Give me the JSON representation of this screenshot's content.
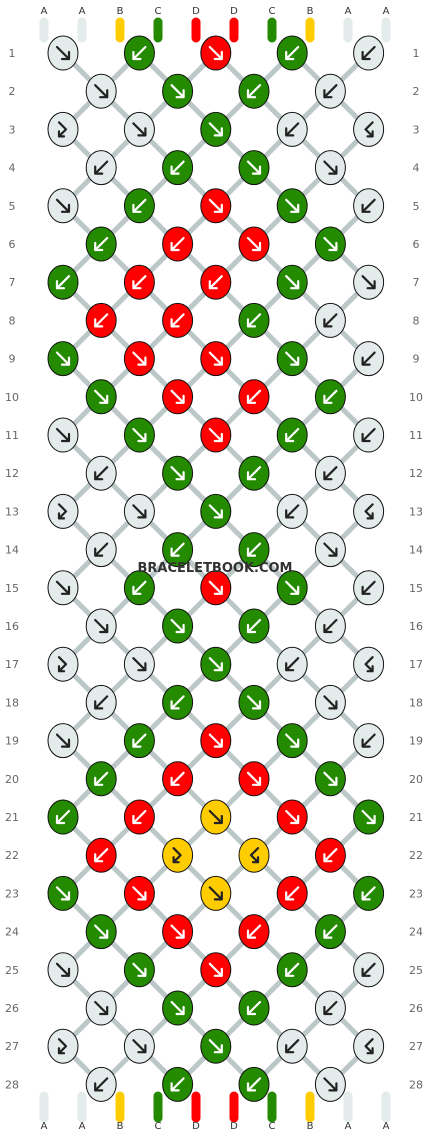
{
  "strand_letters": [
    "A",
    "A",
    "B",
    "C",
    "D",
    "D",
    "C",
    "B",
    "A",
    "A"
  ],
  "strand_colors": [
    "#e3ebeb",
    "#e3ebeb",
    "#ffcc00",
    "#248a00",
    "#ff0000",
    "#ff0000",
    "#248a00",
    "#ffcc00",
    "#e3ebeb",
    "#e3ebeb"
  ],
  "strand_colors_bottom": [
    "#e3ebeb",
    "#e3ebeb",
    "#ffcc00",
    "#248a00",
    "#ff0000",
    "#ff0000",
    "#248a00",
    "#ffcc00",
    "#e3ebeb",
    "#e3ebeb"
  ],
  "bottom_letters": [
    "A",
    "A",
    "B",
    "C",
    "D",
    "D",
    "C",
    "B",
    "A",
    "A"
  ],
  "row_labels": [
    "1",
    "2",
    "3",
    "4",
    "5",
    "6",
    "7",
    "8",
    "9",
    "10",
    "11",
    "12",
    "13",
    "14",
    "15",
    "16",
    "17",
    "18",
    "19",
    "20",
    "21",
    "22",
    "23",
    "24",
    "25",
    "26",
    "27",
    "28"
  ],
  "watermark": "BRACELETBOOK.COM",
  "colors": {
    "A": "#e3ebeb",
    "B": "#ffcc00",
    "C": "#248a00",
    "D": "#ff0000"
  },
  "knots": [
    [
      "A:f",
      "C:b",
      "D:f",
      "C:b",
      "A:b"
    ],
    [
      "A:f",
      "C:f",
      "C:b",
      "A:b"
    ],
    [
      "A:fb",
      "A:f",
      "C:f",
      "A:b",
      "A:bf"
    ],
    [
      "A:b",
      "C:b",
      "C:f",
      "A:f"
    ],
    [
      "A:f",
      "C:b",
      "D:f",
      "C:f",
      "A:b"
    ],
    [
      "C:b",
      "D:b",
      "D:f",
      "C:f"
    ],
    [
      "C:b",
      "D:b",
      "D:b",
      "C:f",
      "A:f"
    ],
    [
      "D:b",
      "D:b",
      "C:b",
      "A:b"
    ],
    [
      "C:f",
      "D:f",
      "D:f",
      "C:f",
      "A:b"
    ],
    [
      "C:f",
      "D:f",
      "D:b",
      "C:b"
    ],
    [
      "A:f",
      "C:f",
      "D:f",
      "C:b",
      "A:b"
    ],
    [
      "A:b",
      "C:f",
      "C:b",
      "A:b"
    ],
    [
      "A:fb",
      "A:f",
      "C:f",
      "A:b",
      "A:bf"
    ],
    [
      "A:b",
      "C:b",
      "C:b",
      "A:f"
    ],
    [
      "A:f",
      "C:b",
      "D:f",
      "C:f",
      "A:b"
    ],
    [
      "A:f",
      "C:f",
      "C:b",
      "A:b"
    ],
    [
      "A:fb",
      "A:f",
      "C:f",
      "A:b",
      "A:bf"
    ],
    [
      "A:b",
      "C:b",
      "C:f",
      "A:f"
    ],
    [
      "A:f",
      "C:b",
      "D:f",
      "C:f",
      "A:b"
    ],
    [
      "C:b",
      "D:b",
      "D:f",
      "C:f"
    ],
    [
      "C:b",
      "D:b",
      "B:f",
      "D:f",
      "C:f"
    ],
    [
      "D:b",
      "B:fb",
      "B:bf",
      "D:b"
    ],
    [
      "C:f",
      "D:f",
      "B:f",
      "D:b",
      "C:b"
    ],
    [
      "C:f",
      "D:f",
      "D:b",
      "C:b"
    ],
    [
      "A:f",
      "C:f",
      "D:f",
      "C:b",
      "A:b"
    ],
    [
      "A:f",
      "C:f",
      "C:b",
      "A:b"
    ],
    [
      "A:fb",
      "A:f",
      "C:f",
      "A:b",
      "A:bf"
    ],
    [
      "A:b",
      "C:b",
      "C:b",
      "A:f"
    ]
  ]
}
